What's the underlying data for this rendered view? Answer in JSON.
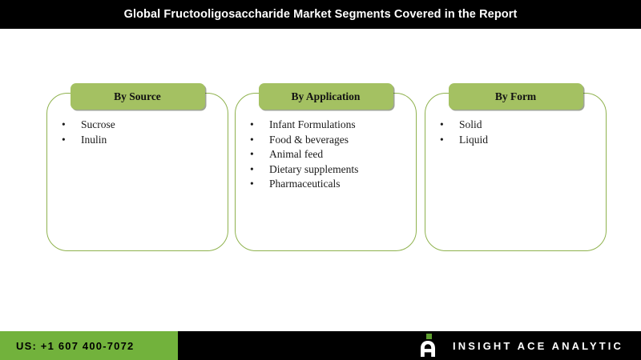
{
  "header": {
    "title": "Global Fructooligosaccharide Market Segments Covered in the Report"
  },
  "segments": [
    {
      "title": "By Source",
      "items": [
        "Sucrose",
        "Inulin"
      ]
    },
    {
      "title": "By Application",
      "items": [
        "Infant Formulations",
        "Food & beverages",
        "Animal feed",
        "Dietary supplements",
        "Pharmaceuticals"
      ]
    },
    {
      "title": "By Form",
      "items": [
        "Solid",
        "Liquid"
      ]
    }
  ],
  "footer": {
    "phone": "US: +1 607 400-7072",
    "brand_name": "INSIGHT ACE ANALYTIC",
    "brand_mark_icon": "letter-a-logo-icon"
  },
  "bullet_glyph": "•",
  "colors": {
    "header_bg": "#000000",
    "chip_green": "#a4c162",
    "card_border": "#8fb24e",
    "footer_green": "#72b23c",
    "footer_bg": "#000000",
    "logo_dot_green": "#5e9e2e"
  }
}
